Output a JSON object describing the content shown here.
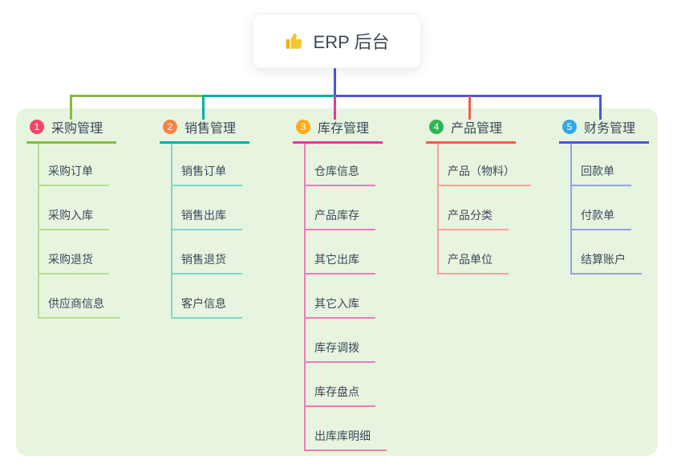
{
  "root": {
    "icon": "thumbs-up-icon",
    "label": "ERP 后台"
  },
  "branches": [
    {
      "number": "1",
      "label": "采购管理",
      "items": [
        "采购订单",
        "采购入库",
        "采购退货",
        "供应商信息"
      ]
    },
    {
      "number": "2",
      "label": "销售管理",
      "items": [
        "销售订单",
        "销售出库",
        "销售退货",
        "客户信息"
      ]
    },
    {
      "number": "3",
      "label": "库存管理",
      "items": [
        "仓库信息",
        "产品库存",
        "其它出库",
        "其它入库",
        "库存调拨",
        "库存盘点",
        "出库库明细"
      ]
    },
    {
      "number": "4",
      "label": "产品管理",
      "items": [
        "产品（物料）",
        "产品分类",
        "产品单位"
      ]
    },
    {
      "number": "5",
      "label": "财务管理",
      "items": [
        "回款单",
        "付款单",
        "结算账户"
      ]
    }
  ],
  "colors": {
    "panel_bg": "#e7f5e0",
    "text": "#3c4858",
    "root_line": "#4a57d0",
    "branch1_line": "#87bb40",
    "branch1_sub_line": "#b7dc92",
    "badge1": "#f4456b",
    "branch2_line": "#00b0a5",
    "branch2_sub_line": "#7fd6cd",
    "badge2": "#fa8142",
    "branch3_line": "#e03a9d",
    "branch3_sub_line": "#f07ab8",
    "badge3": "#ffab19",
    "branch4_line": "#f25b52",
    "branch4_sub_line": "#f7a19a",
    "badge4": "#2eb456",
    "branch5_line": "#4a57d0",
    "branch5_sub_line": "#95a1de",
    "badge5": "#31a9e5"
  }
}
